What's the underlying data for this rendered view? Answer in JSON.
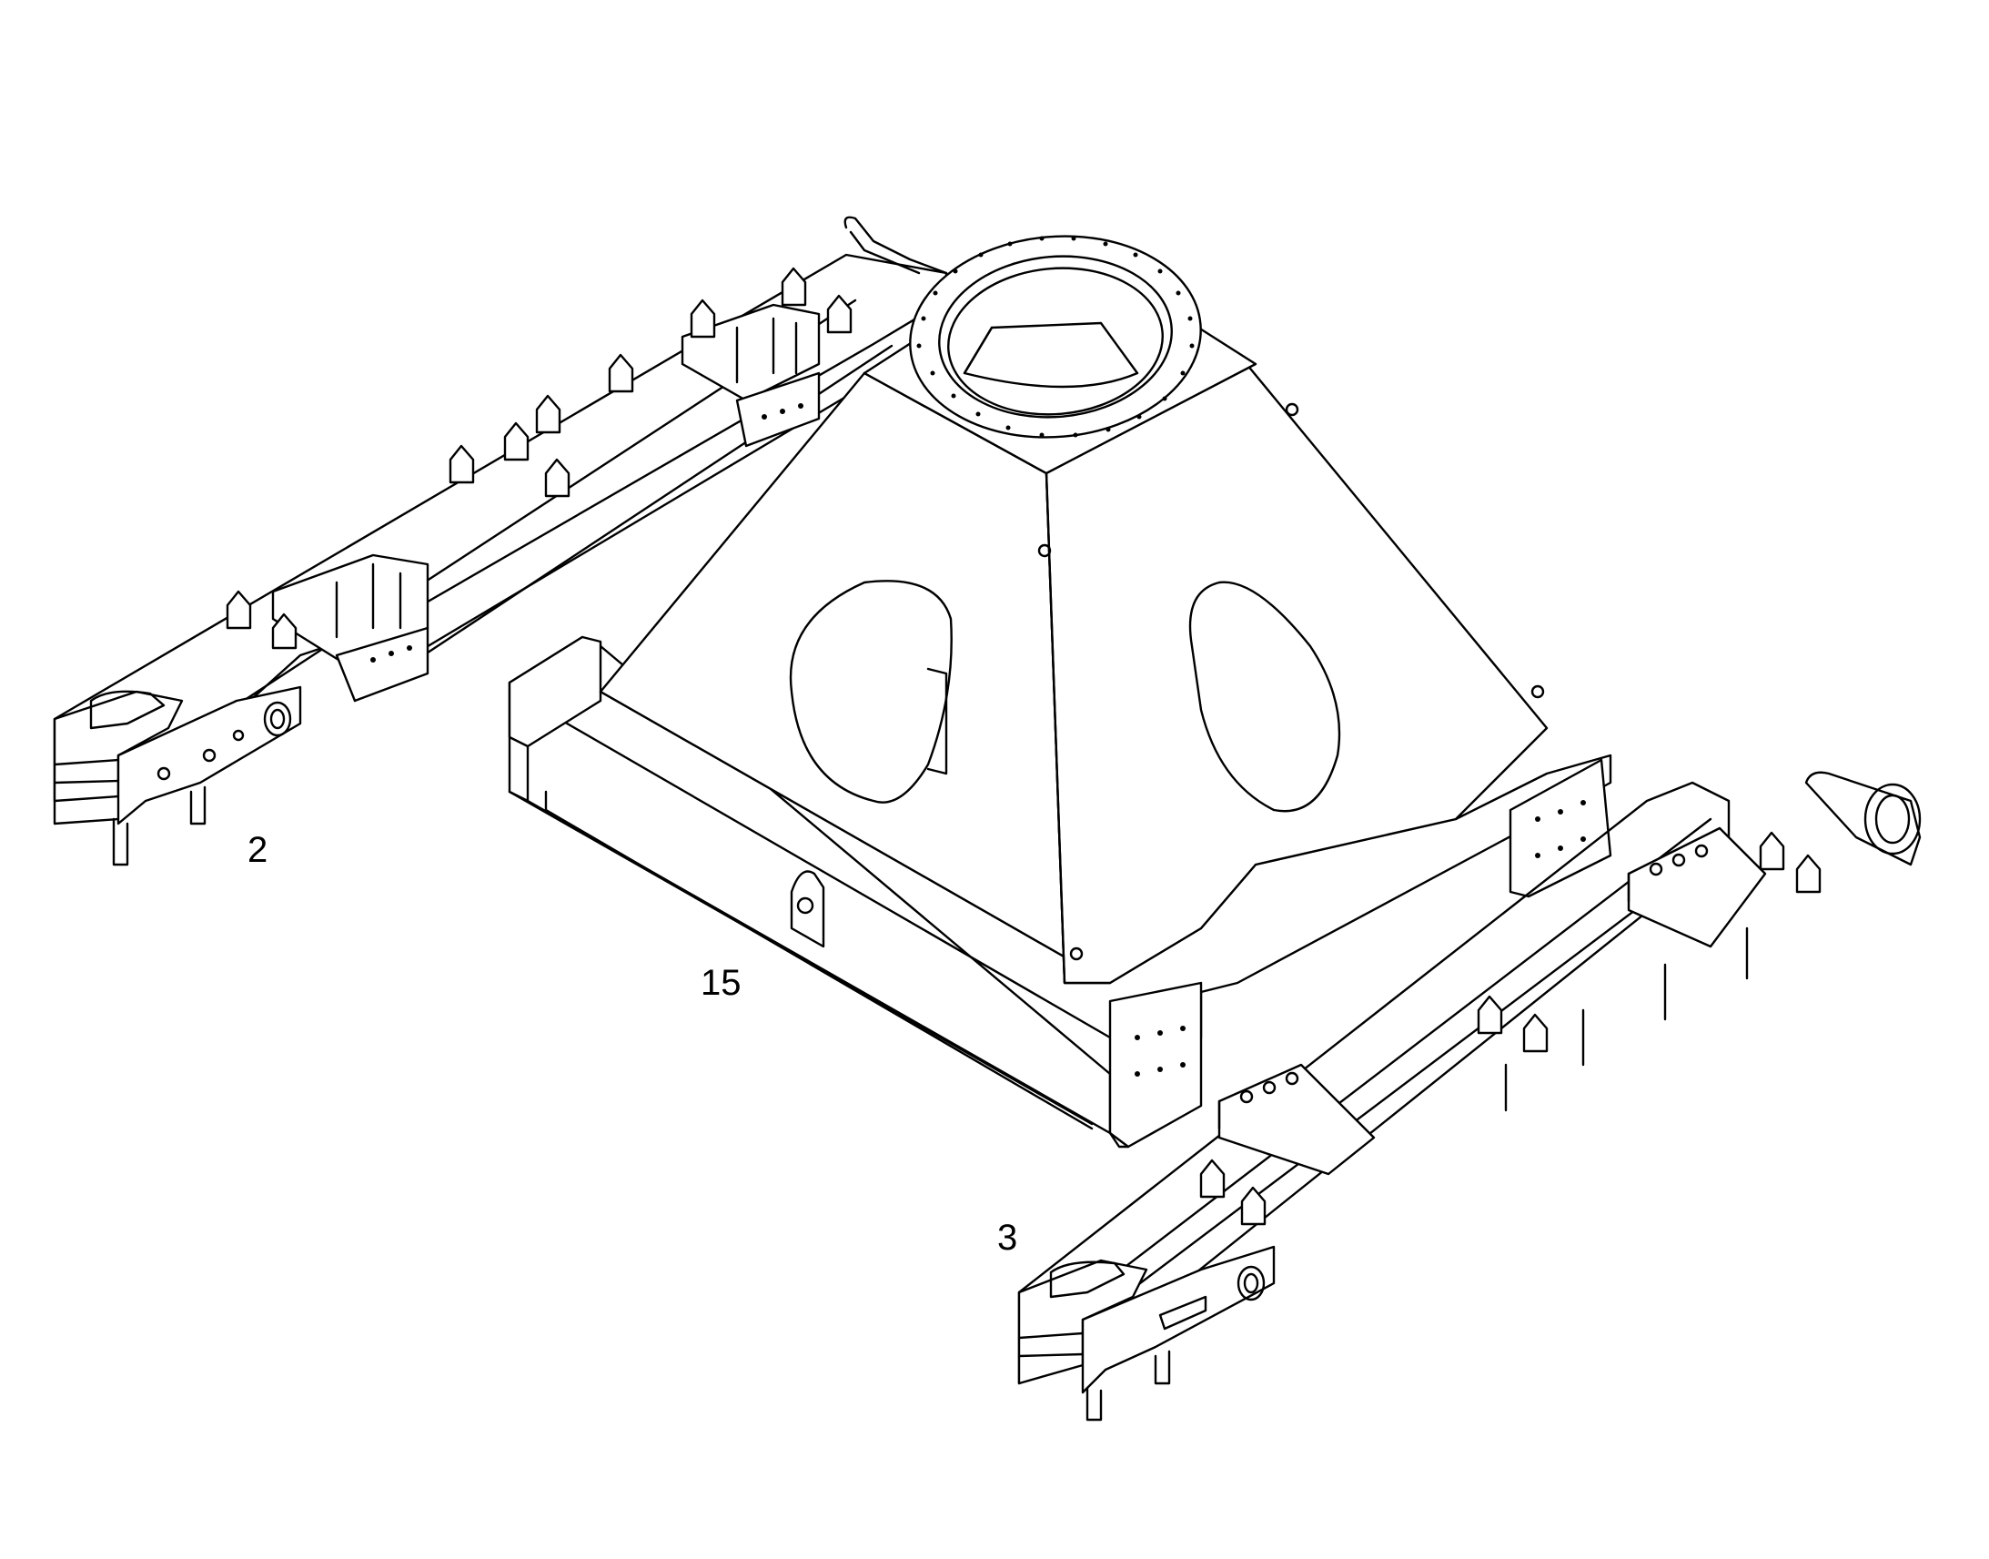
{
  "callouts": {
    "left_track_frame": "2",
    "center_car_body": "15",
    "right_track_frame": "3"
  }
}
